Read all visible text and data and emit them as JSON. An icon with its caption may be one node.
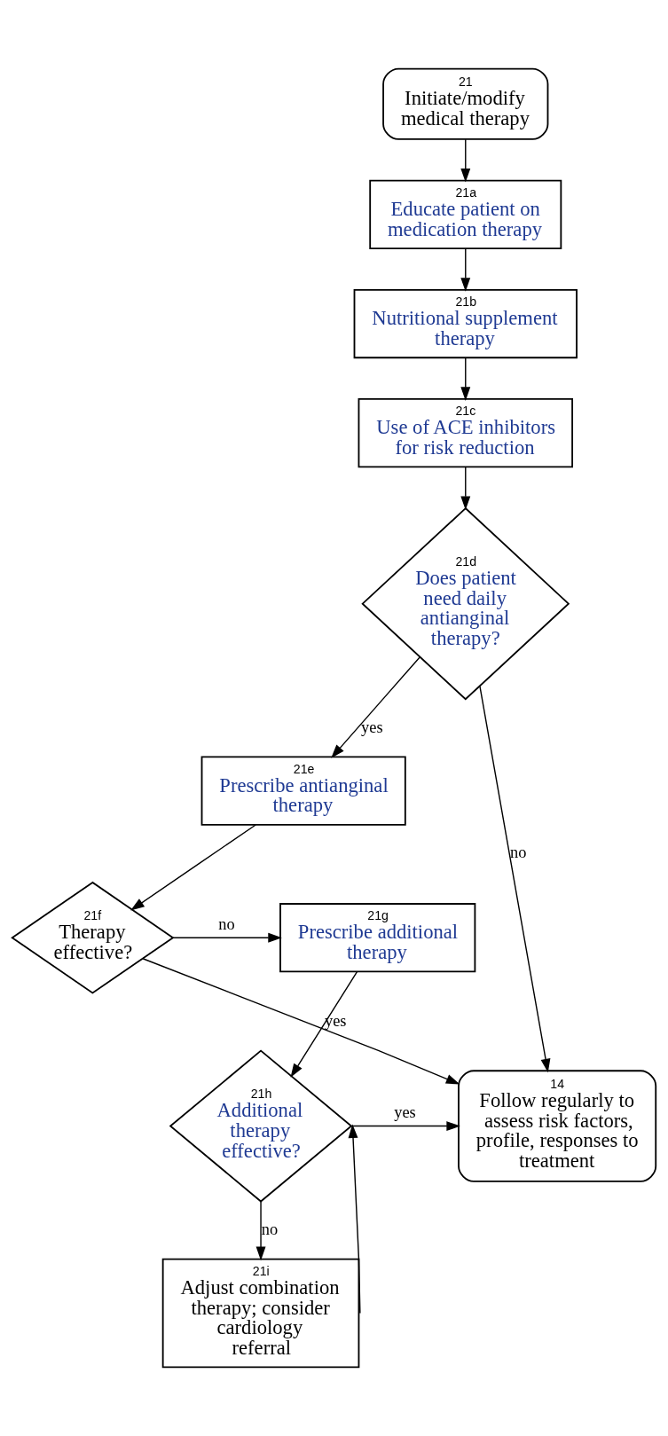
{
  "diagram": {
    "nodes": [
      {
        "text": [
          "21",
          "Initiate/modify medical therapy"
        ]
      },
      {
        "text": [
          "21a",
          "Educate patient on medication therapy"
        ]
      },
      {
        "text": [
          "21b",
          "Nutritional supplement therapy"
        ]
      },
      {
        "text": [
          "21c",
          "Use of ACE inhibitors for risk reduction"
        ]
      },
      {
        "text": [
          "21d",
          "Does patient need daily antianginal therapy?"
        ]
      },
      {
        "text": [
          "21e",
          "Prescribe antianginal therapy"
        ]
      },
      {
        "text": [
          "21f",
          "Therapy effective?"
        ]
      },
      {
        "text": [
          "21g",
          "Prescribe additional therapy"
        ]
      },
      {
        "text": [
          "21h",
          "Additional therapy effective?"
        ]
      },
      {
        "text": [
          "14",
          "Follow regularly to assess risk factors, profile, responses to treatment"
        ]
      },
      {
        "text": [
          "21i",
          "Adjust combination therapy; consider cardiology referral"
        ]
      }
    ],
    "edges": [
      {
        "from": 0,
        "to": 1,
        "arrow": "to"
      },
      {
        "from": 1,
        "to": 2,
        "arrow": "to"
      },
      {
        "from": 2,
        "to": 3,
        "arrow": "to"
      },
      {
        "from": 3,
        "to": 4,
        "arrow": "to"
      },
      {
        "from": 4,
        "to": 5,
        "arrow": "to",
        "label": "yes"
      },
      {
        "from": 4,
        "to": 9,
        "arrow": "to",
        "label": "no"
      },
      {
        "from": 5,
        "to": 6,
        "arrow": "to"
      },
      {
        "from": 6,
        "to": 7,
        "arrow": "to",
        "label": "no"
      },
      {
        "from": 6,
        "to": 9,
        "arrow": "to",
        "label": "yes"
      },
      {
        "from": 7,
        "to": 8,
        "arrow": "to"
      },
      {
        "from": 8,
        "to": 9,
        "arrow": "to",
        "label": "yes"
      },
      {
        "from": 8,
        "to": 10,
        "arrow": "to",
        "label": "no"
      },
      {
        "from": 10,
        "to": 8,
        "arrow": "to"
      }
    ]
  }
}
